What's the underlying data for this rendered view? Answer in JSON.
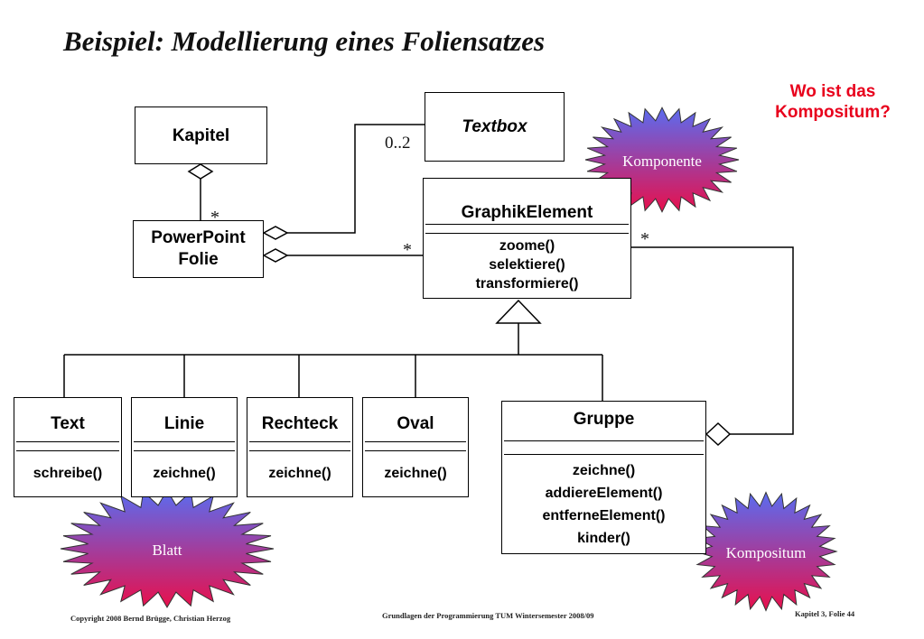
{
  "title": "Beispiel: Modellierung eines Foliensatzes",
  "question": {
    "line1": "Wo ist das",
    "line2": "Kompositum?"
  },
  "classes": {
    "kapitel": {
      "name": "Kapitel"
    },
    "textbox": {
      "name": "Textbox"
    },
    "powerpoint": {
      "line1": "PowerPoint",
      "line2": "Folie"
    },
    "graphik": {
      "name": "GraphikElement",
      "ops": [
        "zoome()",
        "selektiere()",
        "transformiere()"
      ]
    },
    "text": {
      "name": "Text",
      "op": "schreibe()"
    },
    "linie": {
      "name": "Linie",
      "op": "zeichne()"
    },
    "rechteck": {
      "name": "Rechteck",
      "op": "zeichne()"
    },
    "oval": {
      "name": "Oval",
      "op": "zeichne()"
    },
    "gruppe": {
      "name": "Gruppe",
      "ops": [
        "zeichne()",
        "addiereElement()",
        "entferneElement()",
        "kinder()"
      ]
    }
  },
  "multiplicities": {
    "textbox": "0..2",
    "kapitel_folie": "*",
    "folie_graphik": "*",
    "graphik_gruppe": "*"
  },
  "stars": {
    "komponente": "Komponente",
    "blatt": "Blatt",
    "kompositum": "Kompositum"
  },
  "colors": {
    "star_top": "#5a6cf0",
    "star_bottom": "#e8104c",
    "question": "#e8001c"
  },
  "footer": {
    "copyright": "Copyright  2008  Bernd Brügge, Christian Herzog",
    "course": "Grundlagen der Programmierung  TUM Wintersemester 2008/09",
    "slide": "Kapitel 3, Folie 44"
  }
}
